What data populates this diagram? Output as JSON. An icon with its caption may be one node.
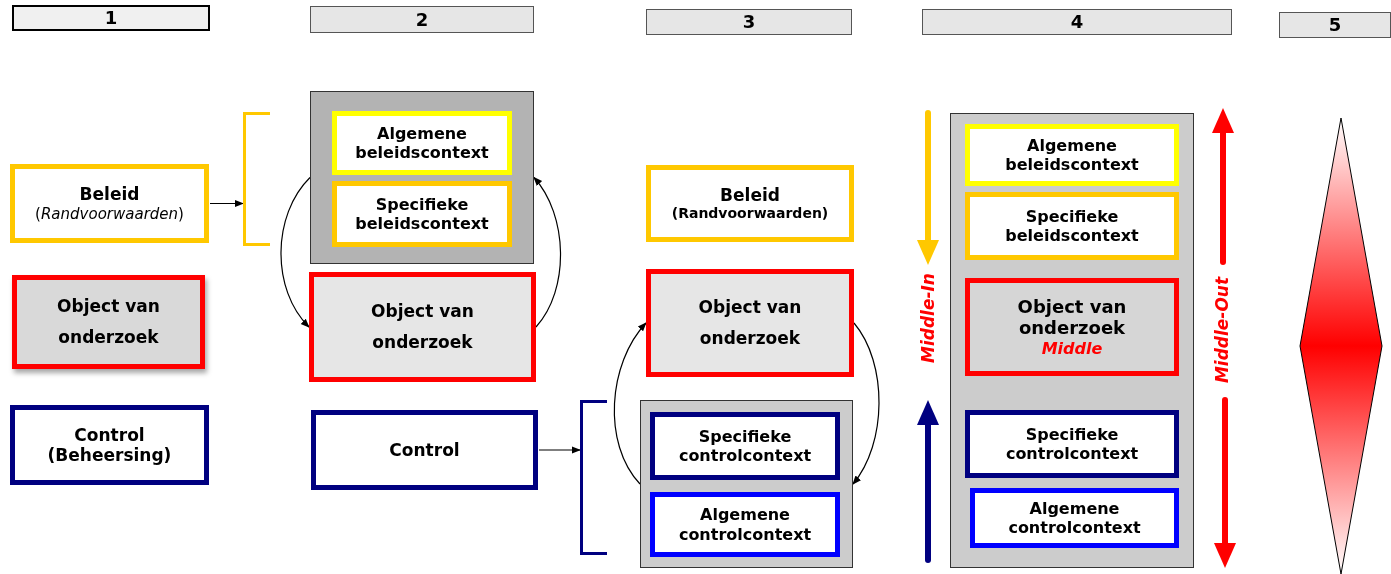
{
  "diagram": {
    "nodes": [
      {
        "text": [
          "1"
        ]
      },
      {
        "text": [
          "2"
        ]
      },
      {
        "text": [
          "3"
        ]
      },
      {
        "text": [
          "4"
        ]
      },
      {
        "text": [
          "5"
        ]
      },
      {
        "text": [
          "Beleid",
          "(*Randvoorwaarden*)"
        ]
      },
      {
        "text": [
          "Object van onderzoek"
        ]
      },
      {
        "text": [
          "Control",
          "(Beheersing)"
        ]
      },
      {
        "text": [],
        "shape": "bracket"
      },
      {
        "text": [],
        "shape": "box"
      },
      {
        "text": [
          "Algemene beleidscontext"
        ],
        "in": 9
      },
      {
        "text": [
          "Specifieke beleidscontext"
        ],
        "in": 9
      },
      {
        "text": [
          "Object van onderzoek"
        ]
      },
      {
        "text": [
          "Control"
        ]
      },
      {
        "text": [
          "Beleid",
          "(Randvoorwaarden)"
        ]
      },
      {
        "text": [
          "Object van onderzoek"
        ]
      },
      {
        "text": [],
        "shape": "bracket"
      },
      {
        "text": [],
        "shape": "box"
      },
      {
        "text": [
          "Specifieke controlcontext"
        ],
        "in": 17
      },
      {
        "text": [
          "Algemene controlcontext"
        ],
        "in": 17
      },
      {
        "text": [],
        "shape": "box"
      },
      {
        "text": [
          "Algemene beleidscontext"
        ],
        "in": 20
      },
      {
        "text": [
          "Specifieke beleidscontext"
        ],
        "in": 20
      },
      {
        "text": [
          "Object van onderzoek",
          "Middle"
        ],
        "in": 20
      },
      {
        "text": [
          "Specifieke controlcontext"
        ],
        "in": 20
      },
      {
        "text": [
          "Algemene controlcontext"
        ],
        "in": 20
      },
      {
        "text": [],
        "shape": "diamond"
      }
    ],
    "edges": [
      {
        "from": 5,
        "to": 8,
        "arrow": "to"
      },
      {
        "from": 9,
        "to": 12,
        "arrow": "to"
      },
      {
        "from": 12,
        "to": 9,
        "arrow": "to"
      },
      {
        "from": 13,
        "to": 16,
        "arrow": "to"
      },
      {
        "from": 17,
        "to": 15,
        "arrow": "to"
      },
      {
        "from": 15,
        "to": 17,
        "arrow": "to"
      }
    ],
    "labels": [
      "Middle-In",
      "Middle-Out"
    ]
  }
}
